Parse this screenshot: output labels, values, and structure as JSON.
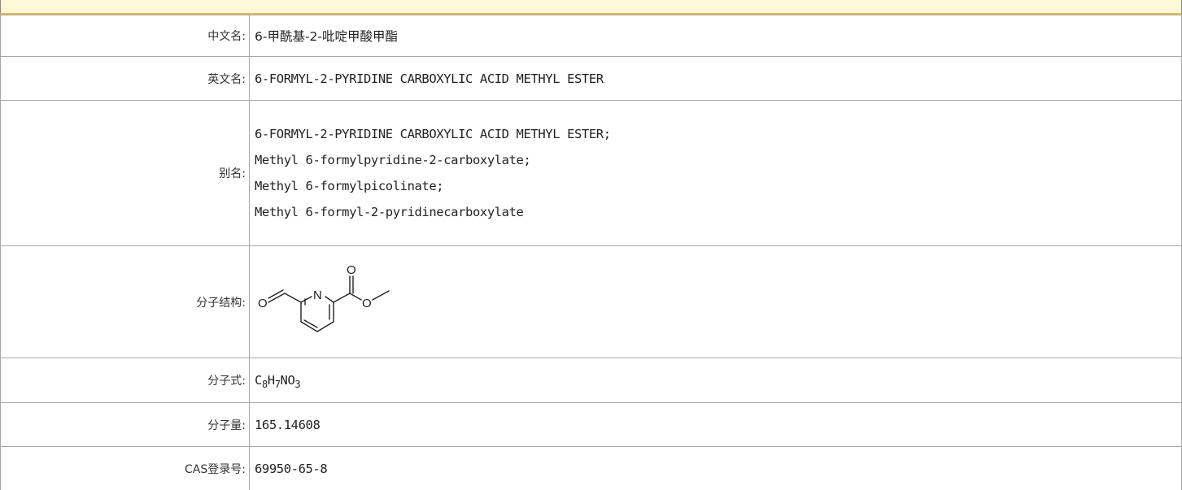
{
  "rows": {
    "chinese_name": {
      "label": "中文名:",
      "value": "6-甲酰基-2-吡啶甲酸甲酯"
    },
    "english_name": {
      "label": "英文名:",
      "value": "6-FORMYL-2-PYRIDINE CARBOXYLIC ACID METHYL ESTER"
    },
    "aliases": {
      "label": "别名:",
      "values": [
        "6-FORMYL-2-PYRIDINE CARBOXYLIC ACID METHYL ESTER;",
        "Methyl 6-formylpyridine-2-carboxylate;",
        "Methyl 6-formylpicolinate;",
        "Methyl 6-formyl-2-pyridinecarboxylate"
      ]
    },
    "structure": {
      "label": "分子结构:",
      "atoms": {
        "left_oxygen": "O",
        "nitrogen": "N",
        "carbonyl_oxygen": "O",
        "ester_oxygen": "O"
      }
    },
    "formula": {
      "label": "分子式:",
      "parts": [
        {
          "el": "C",
          "n": "8"
        },
        {
          "el": "H",
          "n": "7"
        },
        {
          "el": "NO",
          "n": "3"
        }
      ]
    },
    "molecular_weight": {
      "label": "分子量:",
      "value": "165.14608"
    },
    "cas": {
      "label": "CAS登录号:",
      "value": "69950-65-8"
    }
  },
  "colors": {
    "header_bg": "#fdf8d8",
    "header_border": "#e8b84a",
    "grid": "#a8a8a8"
  }
}
